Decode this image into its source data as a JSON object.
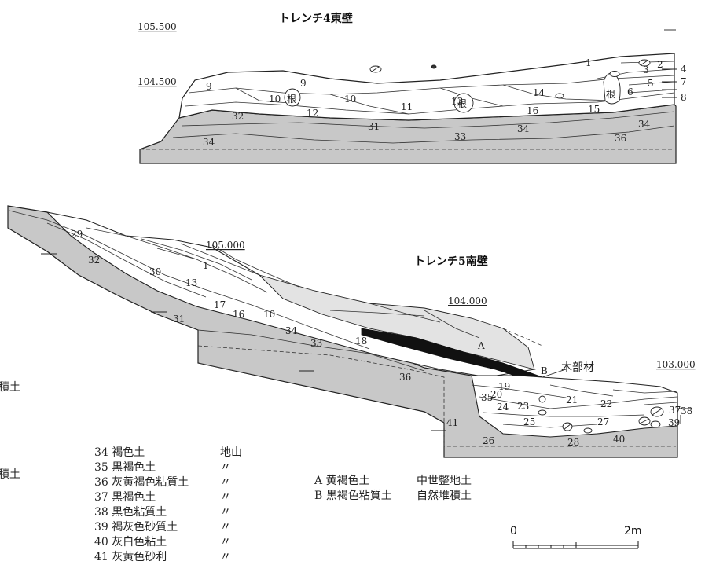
{
  "titles": {
    "trench4": "トレンチ4東壁",
    "trench5": "トレンチ5南壁"
  },
  "elevations": {
    "e105_5": "105.500",
    "e104_5": "104.500",
    "e105_0": "105.000",
    "e104_0": "104.000",
    "e103_0": "103.000"
  },
  "t4_layers": [
    "1",
    "2",
    "3",
    "4",
    "5",
    "6",
    "7",
    "8",
    "9",
    "9",
    "10",
    "11",
    "12",
    "13",
    "14",
    "15",
    "16",
    "31",
    "32",
    "33",
    "34",
    "34",
    "34",
    "36"
  ],
  "t4_root": "根",
  "t5_layers": [
    "29",
    "32",
    "30",
    "13",
    "1",
    "17",
    "16",
    "10",
    "31",
    "34",
    "33",
    "18",
    "36",
    "19",
    "20",
    "21",
    "22",
    "23",
    "24",
    "25",
    "26",
    "27",
    "28",
    "35",
    "37",
    "38",
    "39",
    "40",
    "41"
  ],
  "t5_marks": {
    "A": "A",
    "B": "B",
    "wood": "木部材"
  },
  "left_cut": {
    "a": "堆積土",
    "b": "堆積土"
  },
  "legend_main": [
    {
      "name": "34 褐色土",
      "note": "地山"
    },
    {
      "name": "35 黒褐色土",
      "note": "〃"
    },
    {
      "name": "36 灰黄褐色粘質土",
      "note": "〃"
    },
    {
      "name": "37 黒褐色土",
      "note": "〃"
    },
    {
      "name": "38 黒色粘質土",
      "note": "〃"
    },
    {
      "name": "39 褐灰色砂質土",
      "note": "〃"
    },
    {
      "name": "40 灰白色粘土",
      "note": "〃"
    },
    {
      "name": "41 灰黄色砂利",
      "note": "〃"
    }
  ],
  "legend_ab": [
    {
      "name": "A 黄褐色土",
      "note": "中世整地土"
    },
    {
      "name": "B 黒褐色粘質土",
      "note": "自然堆積土"
    }
  ],
  "scale": {
    "start": "0",
    "end": "2m"
  }
}
